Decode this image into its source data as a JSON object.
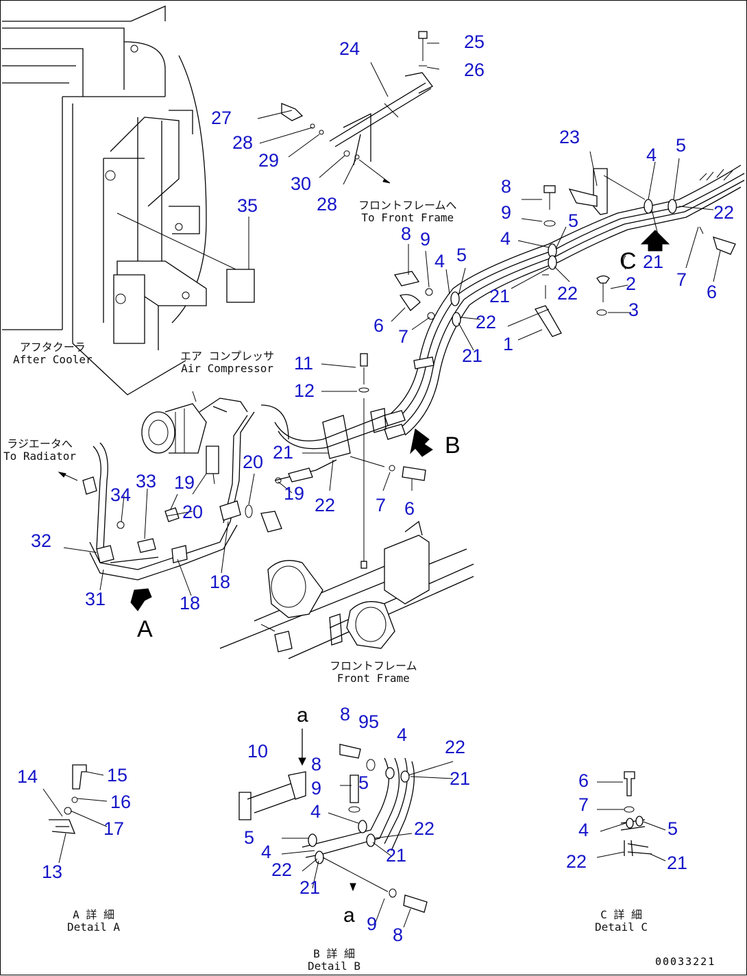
{
  "labels": {
    "after_cooler_jp": "アフタクーラ",
    "after_cooler_en": "After Cooler",
    "air_compressor_jp": "エア コンプレッサ",
    "air_compressor_en": "Air Compressor",
    "to_front_frame_jp": "フロントフレームへ",
    "to_front_frame_en": "To Front Frame",
    "to_radiator_jp": "ラジエータへ",
    "to_radiator_en": "To Radiator",
    "front_frame_jp": "フロントフレーム",
    "front_frame_en": "Front Frame",
    "detail_a_jp": "A 詳 細",
    "detail_a_en": "Detail A",
    "detail_b_jp": "B 詳 細",
    "detail_b_en": "Detail B",
    "detail_c_jp": "C 詳 細",
    "detail_c_en": "Detail C"
  },
  "view_letters": {
    "a": "A",
    "b": "B",
    "c": "C",
    "sec_a_top": "a",
    "sec_a_bottom": "a"
  },
  "drawing_code": "00033221",
  "callouts": {
    "c1": "1",
    "c2": "2",
    "c3": "3",
    "c4a": "4",
    "c4b": "4",
    "c4c": "4",
    "c5a": "5",
    "c5b": "5",
    "c5c": "5",
    "c6a": "6",
    "c6b": "6",
    "c6c": "6",
    "c7a": "7",
    "c7b": "7",
    "c7c": "7",
    "c8": "8",
    "c8b": "8",
    "c9": "9",
    "c9b": "9",
    "c11": "11",
    "c12": "12",
    "c18a": "18",
    "c18b": "18",
    "c19a": "19",
    "c19b": "19",
    "c20a": "20",
    "c20b": "20",
    "c21a": "21",
    "c21b": "21",
    "c21c": "21",
    "c21d": "21",
    "c22a": "22",
    "c22b": "22",
    "c22c": "22",
    "c22d": "22",
    "c23": "23",
    "c24": "24",
    "c25": "25",
    "c26": "26",
    "c27": "27",
    "c28a": "28",
    "c28b": "28",
    "c29": "29",
    "c30": "30",
    "c31": "31",
    "c32": "32",
    "c33": "33",
    "c34": "34",
    "c35": "35"
  },
  "detail_a_callouts": {
    "c13": "13",
    "c14": "14",
    "c15": "15",
    "c16": "16",
    "c17": "17"
  },
  "detail_b_callouts": {
    "c8a": "8",
    "c95": "95",
    "c4a": "4",
    "c22a": "22",
    "c21a": "21",
    "c10": "10",
    "c8b": "8",
    "c9a": "9",
    "c5a": "5",
    "c4b": "4",
    "c22b": "22",
    "c5b": "5",
    "c4c": "4",
    "c22c": "22",
    "c21b": "21",
    "c21c": "21",
    "c9b": "9",
    "c8c": "8"
  },
  "detail_c_callouts": {
    "c6": "6",
    "c7": "7",
    "c4": "4",
    "c5": "5",
    "c22": "22",
    "c21": "21"
  }
}
